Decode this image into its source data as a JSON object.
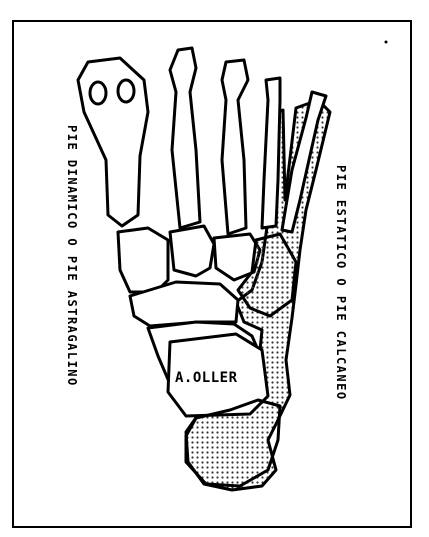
{
  "labels": {
    "left": "PIE DINAMICO O PIE ASTRAGALINO",
    "right": "PIE ESTATICO O PIE CALCANEO",
    "author": "A.OLLER"
  },
  "colors": {
    "ink": "#000000",
    "paper": "#ffffff",
    "dot": "#333333"
  }
}
